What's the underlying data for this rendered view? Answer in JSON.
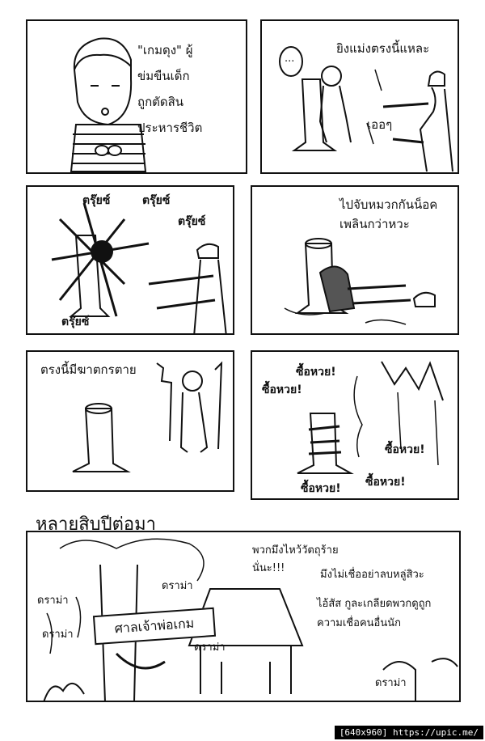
{
  "panel1": {
    "narration": [
      "\"เกมดุง\" ผู้",
      "ข่มขืนเด็ก",
      "ถูกตัดสิน",
      "ประหารชีวิต"
    ]
  },
  "panel2": {
    "bubble_dots": "...",
    "line1": "ยิงแม่งตรงนี้แหละ",
    "line2": "เออๆ"
  },
  "panel3": {
    "sfx": [
      "ตรุ๊ยซ์",
      "ตรุ๊ยซ์",
      "ตรุ๊ยซ์",
      "ตรุ๊ยซ์"
    ]
  },
  "panel4": {
    "line1": "ไปจับหมวกกันน็อค",
    "line2": "เพลินกว่าหวะ"
  },
  "panel5": {
    "line": "ตรงนี้มีฆาตกรตาย"
  },
  "panel6": {
    "shouts": [
      "ซื้อหวย!",
      "ซื้อหวย!",
      "ซื้อหวย!",
      "ซื้อหวย!",
      "ซื้อหวย!"
    ]
  },
  "caption": "หลายสิบปีต่อมา",
  "panel7": {
    "sign": "ศาลเจ้าพ่อเกม",
    "drama": [
      "ดราม่า",
      "ดราม่า",
      "ดราม่า",
      "ดราม่า",
      "ดราม่า"
    ],
    "speech1": [
      "พวกมึงไหว้วัตถุร้าย",
      "นั่นะ!!!"
    ],
    "speech2": "มึงไม่เชื่ออย่าลบหลู่สิวะ",
    "speech3": [
      "ไอ้สัส กูละเกลียดพวกดูถูก",
      "ความเชื่อคนอื่นนัก"
    ]
  },
  "watermark": "[640x960] https://upic.me/"
}
